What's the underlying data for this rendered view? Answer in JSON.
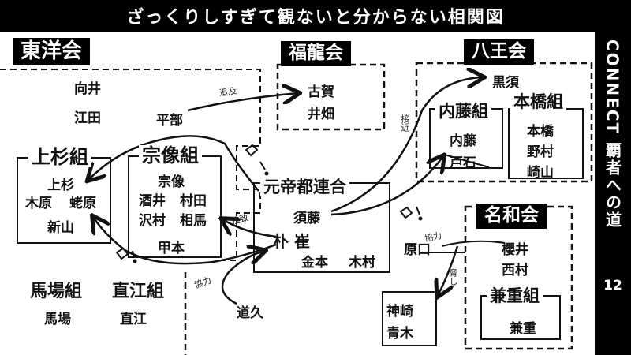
{
  "header": {
    "title": "ざっくりしすぎて観ないと分からない相関図"
  },
  "sidebar": {
    "series": "CONNECT 覇者への道",
    "episode": "12"
  },
  "groups": {
    "toyo": {
      "title": "東洋会",
      "members": [
        "向井",
        "江田",
        "平部"
      ]
    },
    "fukuryu": {
      "title": "福龍会",
      "members": [
        "古賀",
        "井畑"
      ]
    },
    "hachio": {
      "title": "八王会",
      "members": [
        "黒須"
      ]
    },
    "naito": {
      "title": "内藤組",
      "members": [
        "内藤",
        "戸石"
      ]
    },
    "honbashi": {
      "title": "本橋組",
      "members": [
        "本橋",
        "野村",
        "崎山"
      ]
    },
    "uesugi": {
      "title": "上杉組",
      "members": [
        "上杉",
        "木原",
        "蛯原",
        "新山"
      ]
    },
    "munakata": {
      "title": "宗像組",
      "members": [
        "宗像",
        "酒井",
        "村田",
        "沢村",
        "相馬",
        "甲本"
      ]
    },
    "gentei": {
      "title": "元帝都連合",
      "members": [
        "須藤",
        "朴 崔",
        "金本",
        "木村"
      ]
    },
    "nawa": {
      "title": "名和会",
      "members": [
        "櫻井",
        "西村",
        "原口"
      ]
    },
    "kaneshige": {
      "title": "兼重組",
      "members": [
        "兼重"
      ]
    },
    "baba": {
      "title": "馬場組",
      "members": [
        "馬場"
      ]
    },
    "naoe": {
      "title": "直江組",
      "members": [
        "直江"
      ]
    },
    "others": {
      "michihisa": "道久",
      "kanzaki": "神崎",
      "aoki": "青木"
    }
  },
  "annotations": {
    "tsuikyu": "追及",
    "sekkin": "接近",
    "rachi": "拉致",
    "kyoryoku1": "協力",
    "kyoryoku2": "協力",
    "odoshi": "脅し"
  }
}
